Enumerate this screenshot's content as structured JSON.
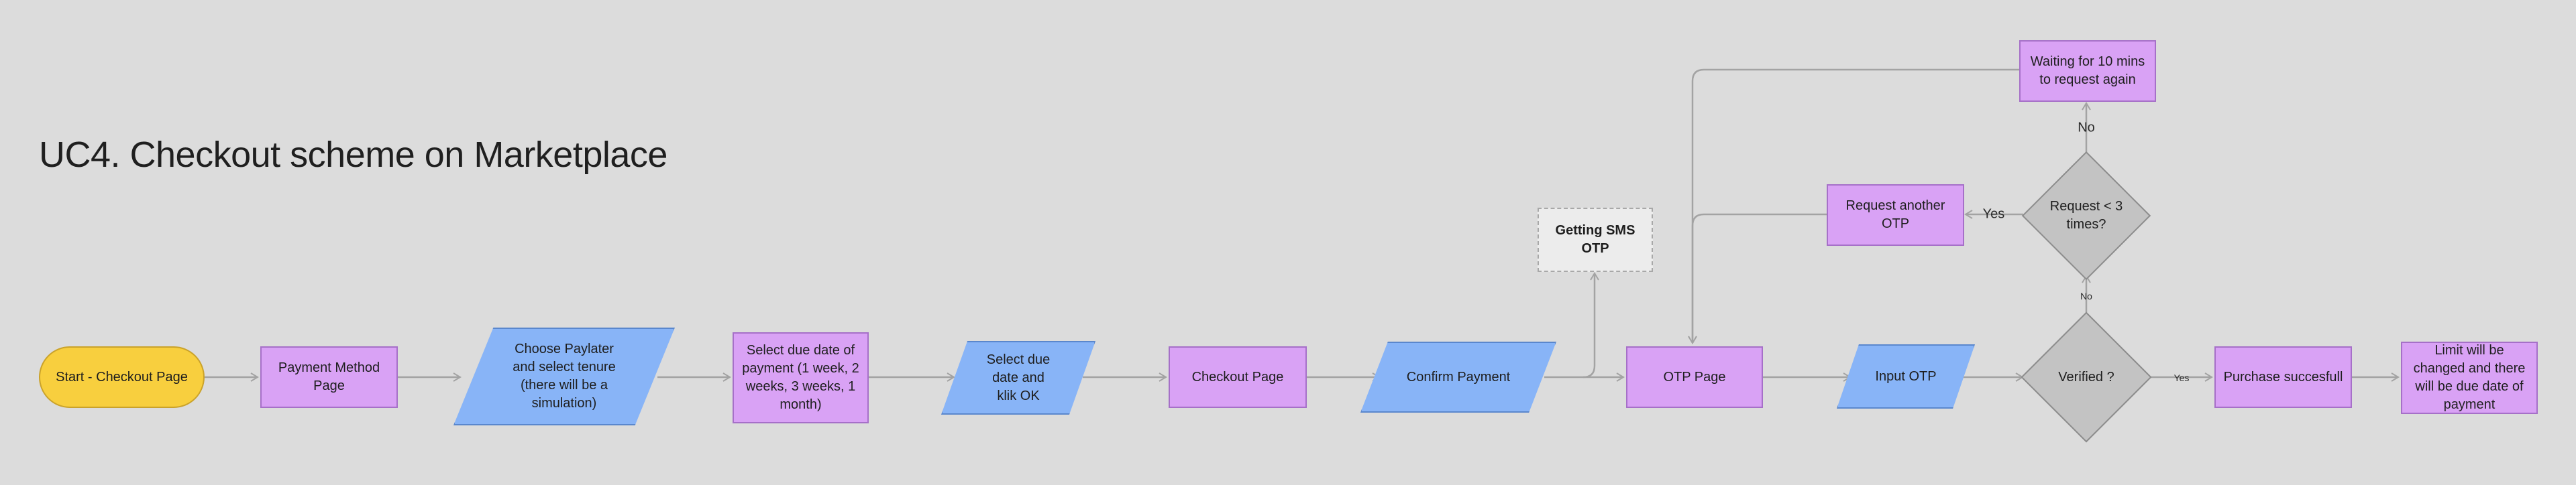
{
  "title": "UC4. Checkout scheme on Marketplace",
  "nodes": {
    "start": "Start - Checkout Page",
    "payment_method": "Payment Method Page",
    "choose_paylater": "Choose Paylater and select tenure (there will be a simulation)",
    "select_due_date": "Select due date of payment (1 week, 2 weeks, 3 weeks, 1 month)",
    "select_due_ok": "Select due date and klik OK",
    "checkout_page": "Checkout Page",
    "confirm_payment": "Confirm Payment",
    "getting_sms_otp": "Getting SMS OTP",
    "otp_page": "OTP Page",
    "input_otp": "Input OTP",
    "verified": "Verified ?",
    "purchase_success": "Purchase succesfull",
    "limit_changed": "Limit will be changed and there will be due date of payment",
    "request_decision": "Request < 3 times?",
    "request_another_otp": "Request another OTP",
    "waiting": "Waiting for 10 mins to request again"
  },
  "edge_labels": {
    "verified_yes": "Yes",
    "verified_no": "No",
    "request_yes": "Yes",
    "request_no": "No"
  },
  "colors": {
    "background": "#dcdcdc",
    "process_fill": "#d9a2f5",
    "io_fill": "#88b4f7",
    "terminal_fill": "#f8cf3e",
    "decision_fill": "#c3c3c3",
    "edge": "#a3a3a3"
  }
}
